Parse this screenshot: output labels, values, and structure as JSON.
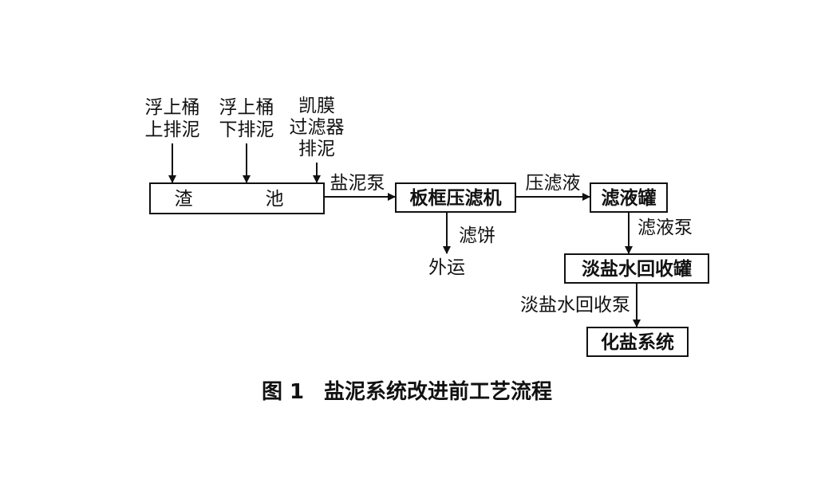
{
  "diagram": {
    "sources": [
      {
        "line1": "浮上桶",
        "line2": "上排泥",
        "line3": ""
      },
      {
        "line1": "浮上桶",
        "line2": "下排泥",
        "line3": ""
      },
      {
        "line1": "凯膜",
        "line2": "过滤器",
        "line3": "排泥"
      }
    ],
    "boxes": {
      "slag_pool_left": "渣",
      "slag_pool_right": "池",
      "filter_press": "板框压滤机",
      "filtrate_tank": "滤液罐",
      "brine_recovery_tank": "淡盐水回收罐",
      "salt_system": "化盐系统"
    },
    "edge_labels": {
      "salt_mud_pump": "盐泥泵",
      "filtrate": "压滤液",
      "filter_cake": "滤饼",
      "filtrate_pump": "滤液泵",
      "brine_recovery_pump": "淡盐水回收泵"
    },
    "external_output": "外运",
    "caption_number": "图 1",
    "caption_title": "盐泥系统改进前工艺流程"
  }
}
